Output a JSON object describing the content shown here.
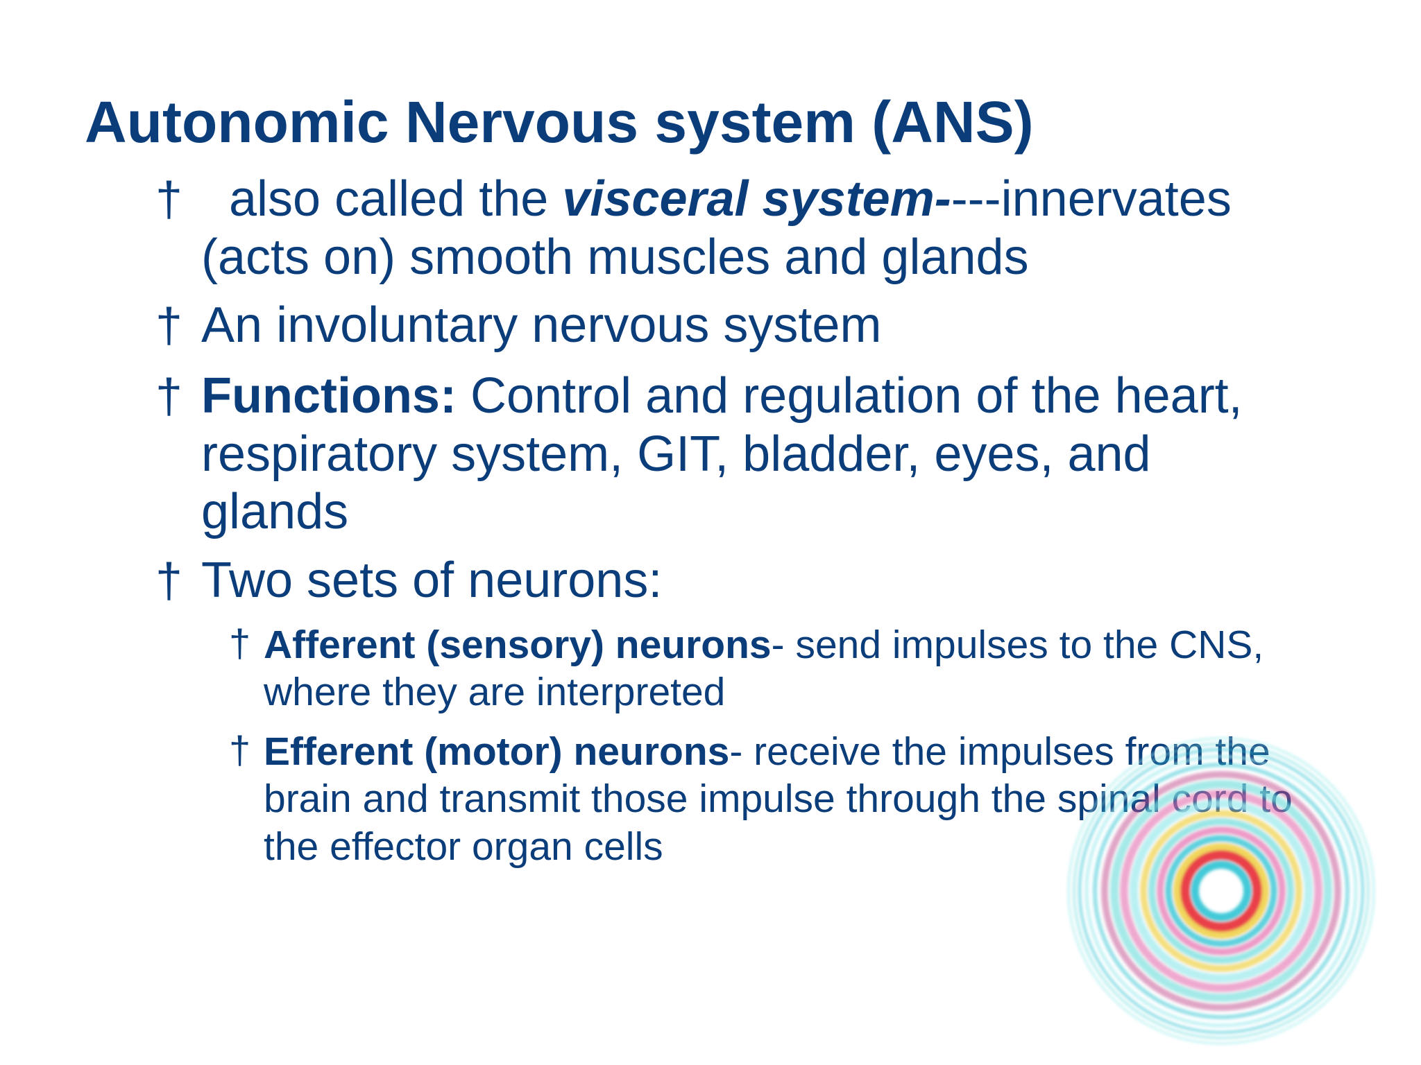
{
  "slide": {
    "title": "Autonomic Nervous system (ANS)",
    "bullet_marker": "†",
    "bullets": [
      {
        "level": 1,
        "lead": "",
        "text_before": "also called the ",
        "emphasis": "visceral system-",
        "text_after": "---innervates (acts on) smooth muscles and glands"
      },
      {
        "level": 1,
        "text": "An involuntary nervous system"
      },
      {
        "level": 1,
        "lead": "Functions:",
        "text": " Control and regulation of the heart, respiratory system, GIT, bladder, eyes, and glands"
      },
      {
        "level": 1,
        "text": "Two sets of neurons:"
      },
      {
        "level": 2,
        "lead": "Afferent (sensory) neurons",
        "text": "- send impulses to the CNS, where they are interpreted"
      },
      {
        "level": 2,
        "lead": "Efferent (motor) neurons",
        "text": "- receive the impulses from the brain and transmit those impulse through the spinal cord to the effector organ cells"
      }
    ]
  },
  "colors": {
    "text": "#0b3d7a",
    "background": "#ffffff",
    "decoration_rings": [
      "#ffffff",
      "#39c7d6",
      "#f0d24a",
      "#e8373f",
      "#e56fb0",
      "#7fe0e0",
      "#c24a8e",
      "#a8ecef"
    ]
  },
  "decoration": {
    "icon": "concentric-rings-target-icon"
  }
}
